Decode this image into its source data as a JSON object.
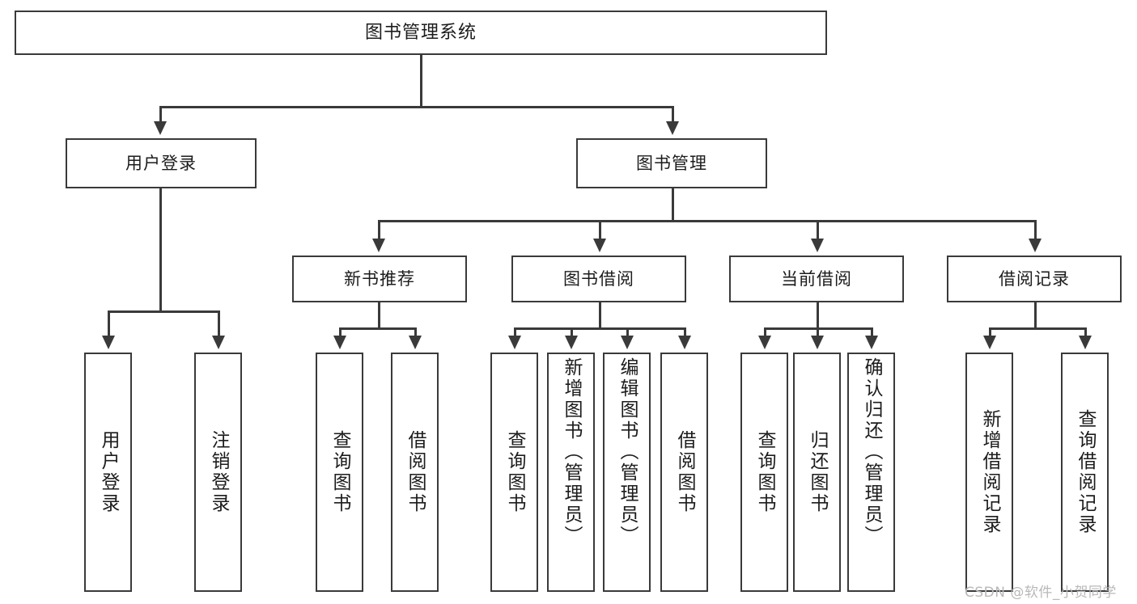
{
  "diagram": {
    "type": "tree",
    "title": "图书管理系统",
    "colors": {
      "stroke": "#3a3a3a",
      "fill": "#ffffff",
      "text": "#1c1c1c",
      "watermark": "#b9b9b9"
    },
    "root": {
      "label": "图书管理系统"
    },
    "level2": [
      {
        "label": "用户登录"
      },
      {
        "label": "图书管理"
      }
    ],
    "level3": [
      {
        "label": "新书推荐"
      },
      {
        "label": "图书借阅"
      },
      {
        "label": "当前借阅"
      },
      {
        "label": "借阅记录"
      }
    ],
    "leaves": {
      "user_login": [
        {
          "label": "用户登录"
        },
        {
          "label": "注销登录"
        }
      ],
      "new_book_recommend": [
        {
          "label": "查询图书"
        },
        {
          "label": "借阅图书"
        }
      ],
      "book_borrow": [
        {
          "label": "查询图书"
        },
        {
          "label": "新增图书（管理员）"
        },
        {
          "label": "编辑图书（管理员）"
        },
        {
          "label": "借阅图书"
        }
      ],
      "current_borrow": [
        {
          "label": "查询图书"
        },
        {
          "label": "归还图书"
        },
        {
          "label": "确认归还（管理员）"
        }
      ],
      "borrow_record": [
        {
          "label": "新增借阅记录"
        },
        {
          "label": "查询借阅记录"
        }
      ]
    }
  },
  "watermark": {
    "text": "CSDN @软件_小贺同学"
  }
}
